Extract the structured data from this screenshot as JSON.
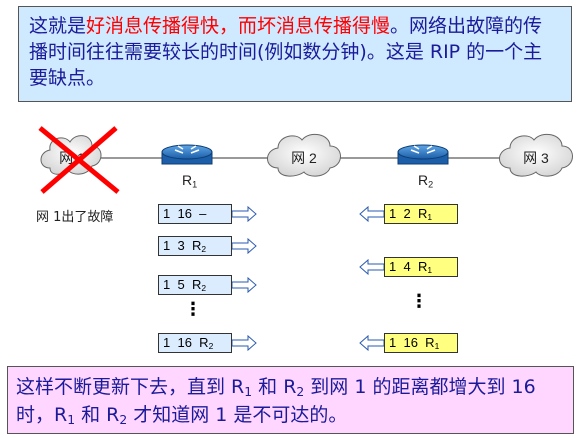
{
  "top_text": {
    "part1": "这就是",
    "highlight": "好消息传播得快，而坏消息传播得慢",
    "part2": "。网络出故障的传播时间往往需要较长的时间(例如数分钟)。这是 RIP 的一个主要缺点。"
  },
  "network": {
    "net1": "网 1",
    "net2": "网 2",
    "net3": "网 3",
    "r1": "R",
    "r1_sub": "1",
    "r2": "R",
    "r2_sub": "2",
    "fault_label": "网 1出了故障"
  },
  "r1_tables": [
    {
      "net": "1",
      "dist": "16",
      "hop": "–",
      "hop_sub": ""
    },
    {
      "net": "1",
      "dist": "3",
      "hop": "R",
      "hop_sub": "2"
    },
    {
      "net": "1",
      "dist": "5",
      "hop": "R",
      "hop_sub": "2"
    },
    {
      "net": "1",
      "dist": "16",
      "hop": "R",
      "hop_sub": "2"
    }
  ],
  "r2_tables": [
    {
      "net": "1",
      "dist": "2",
      "hop": "R",
      "hop_sub": "1"
    },
    {
      "net": "1",
      "dist": "4",
      "hop": "R",
      "hop_sub": "1"
    },
    {
      "net": "1",
      "dist": "16",
      "hop": "R",
      "hop_sub": "1"
    }
  ],
  "ellipsis": "⋮",
  "bottom_text": {
    "a": "这样不断更新下去，直到 R",
    "a_sub": "1",
    "b": " 和 R",
    "b_sub": "2",
    "c": " 到网 1 的距离都增大到 16 时，R",
    "c_sub": "1",
    "d": " 和 R",
    "d_sub": "2",
    "e": " 才知道网 1 是不可达的。"
  },
  "colors": {
    "highlight": "#ff0000",
    "text": "#1b1b9a",
    "top_bg": "#cfe9ff",
    "bottom_bg": "#ffd6ff",
    "r1_table_bg": "#dcecff",
    "r2_table_bg": "#ffff80"
  }
}
